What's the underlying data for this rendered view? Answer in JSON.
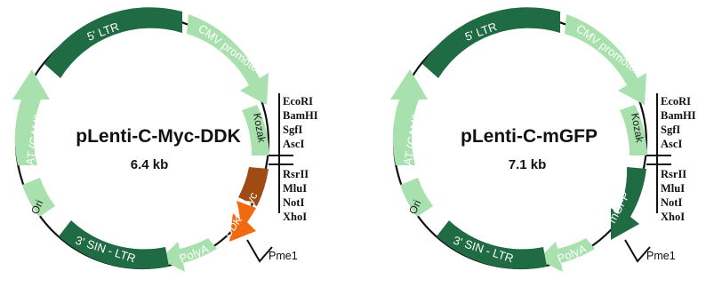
{
  "colors": {
    "dark_green": "#1e6b44",
    "light_green": "#a8e0ae",
    "myc_brown": "#a14b14",
    "ddk_orange": "#f26a0f",
    "backbone": "#111111"
  },
  "plasmids": [
    {
      "name": "pLenti-C-Myc-DDK",
      "size": "6.4 kb",
      "features": {
        "ltr5": "5' LTR",
        "cmv": "CMV promoter",
        "kozak": "Kozak",
        "tag1": "Myc",
        "tag2": "DDK",
        "polya": "PolyA",
        "sin_ltr": "3' SIN - LTR",
        "ori": "Ori",
        "cat": "CAT (CAM')"
      },
      "sites_upper": [
        "EcoRI",
        "BamHI",
        "SgfI",
        "AscI"
      ],
      "sites_lower": [
        "RsrII",
        "MluI",
        "NotI",
        "XhoI"
      ],
      "pme": "Pme1"
    },
    {
      "name": "pLenti-C-mGFP",
      "size": "7.1 kb",
      "features": {
        "ltr5": "5' LTR",
        "cmv": "CMV promoter",
        "kozak": "Kozak",
        "tag1": "mGFP",
        "polya": "PolyA",
        "sin_ltr": "3' SIN - LTR",
        "ori": "Ori",
        "cat": "CAT (CAM')"
      },
      "sites_upper": [
        "EcoRI",
        "BamHI",
        "SgfI",
        "AscI"
      ],
      "sites_lower": [
        "RsrII",
        "MluI",
        "NotI",
        "XhoI"
      ],
      "pme": "Pme1"
    }
  ]
}
